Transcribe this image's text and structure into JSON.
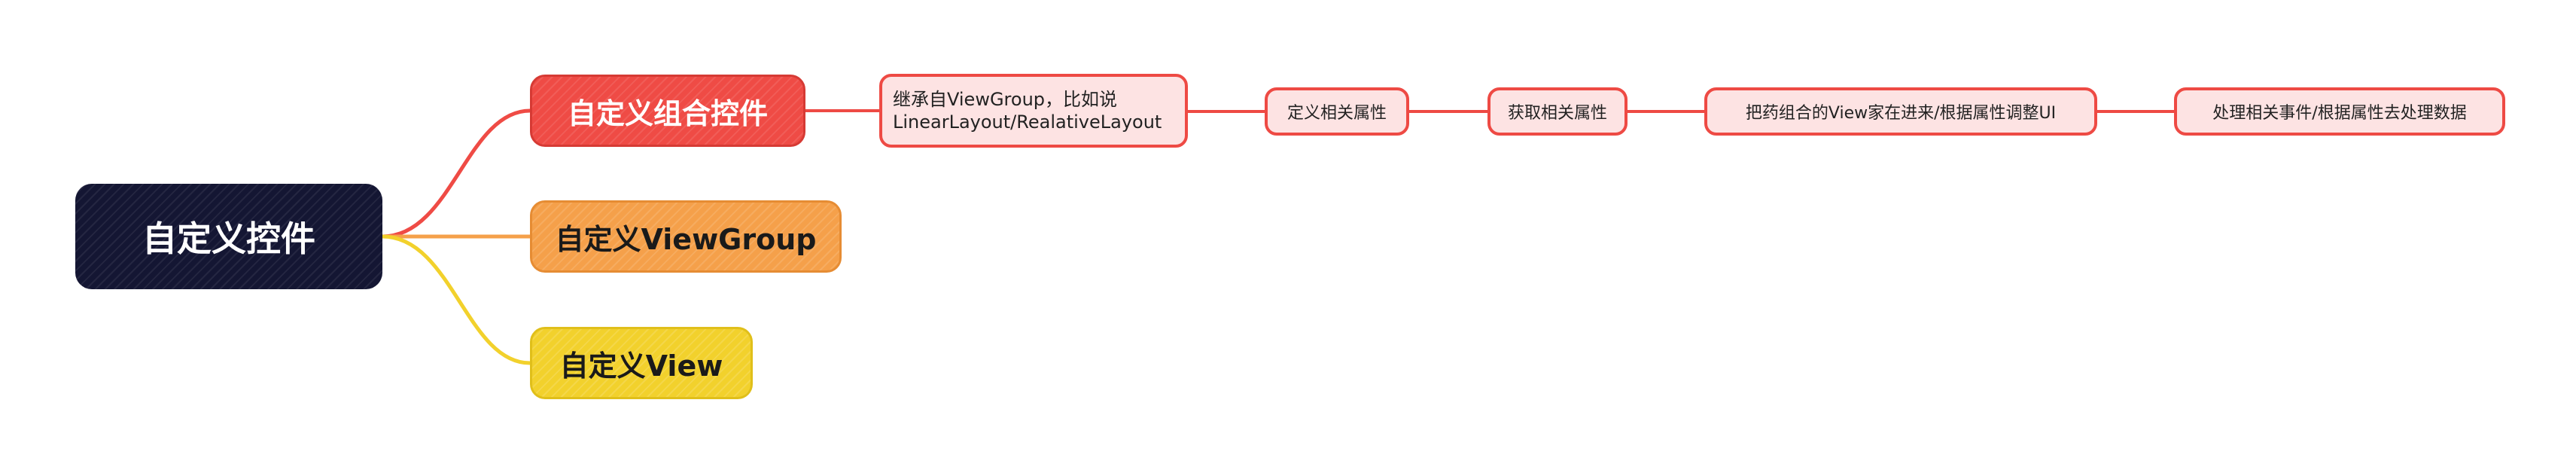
{
  "root": {
    "label": "自定义控件"
  },
  "branches": [
    {
      "label": "自定义组合控件",
      "color": "#ef4b45",
      "children": [
        {
          "lines": [
            "继承自ViewGroup，比如说",
            "LinearLayout/RealativeLayout"
          ]
        },
        {
          "label": "定义相关属性"
        },
        {
          "label": "获取相关属性"
        },
        {
          "label": "把药组合的View家在进来/根据属性调整UI"
        },
        {
          "label": "处理相关事件/根据属性去处理数据"
        }
      ]
    },
    {
      "label": "自定义ViewGroup",
      "color": "#f5a04a"
    },
    {
      "label": "自定义View",
      "color": "#f2d12c"
    }
  ],
  "colors": {
    "root_bg": "#141633",
    "leaf_border": "#ee4a44",
    "leaf_fill": "#fde3e3"
  }
}
